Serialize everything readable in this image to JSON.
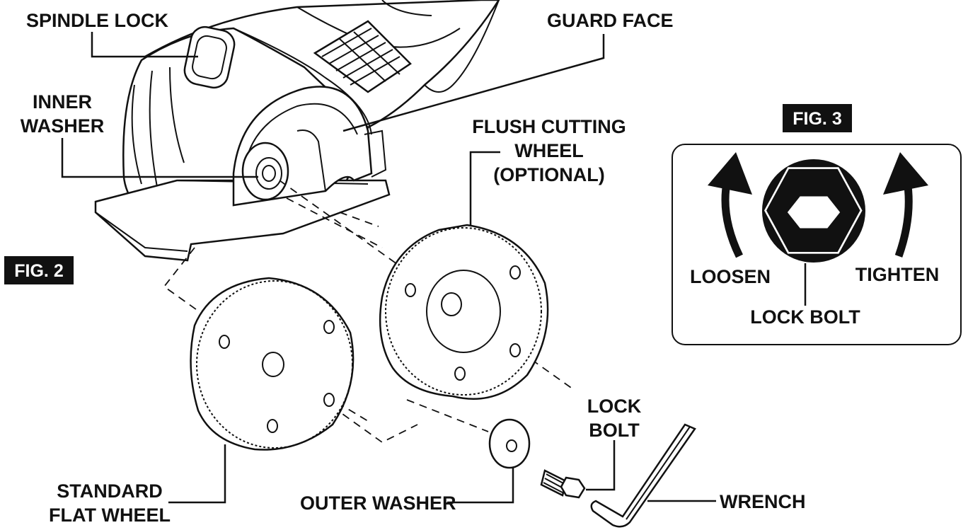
{
  "fig2": {
    "tag": "FIG. 2",
    "labels": {
      "spindle_lock": "SPINDLE LOCK",
      "guard_face": "GUARD FACE",
      "inner_washer_1": "INNER",
      "inner_washer_2": "WASHER",
      "flush_1": "FLUSH CUTTING",
      "flush_2": "WHEEL",
      "flush_3": "(OPTIONAL)",
      "standard_1": "STANDARD",
      "standard_2": "FLAT WHEEL",
      "outer_washer": "OUTER WASHER",
      "lock_bolt_1": "LOCK",
      "lock_bolt_2": "BOLT",
      "wrench": "WRENCH"
    }
  },
  "fig3": {
    "tag": "FIG. 3",
    "labels": {
      "loosen": "LOOSEN",
      "tighten": "TIGHTEN",
      "lock_bolt": "LOCK BOLT"
    }
  },
  "icons": [
    "tool-housing-icon",
    "spindle-lock-button-icon",
    "vent-grille-icon",
    "cutting-wheel-icon",
    "washer-icon",
    "bolt-icon",
    "hex-wrench-icon",
    "hex-bolt-head-icon",
    "counterclockwise-arrow-icon",
    "clockwise-arrow-icon"
  ],
  "colors": {
    "ink": "#111111",
    "paper": "#ffffff"
  }
}
